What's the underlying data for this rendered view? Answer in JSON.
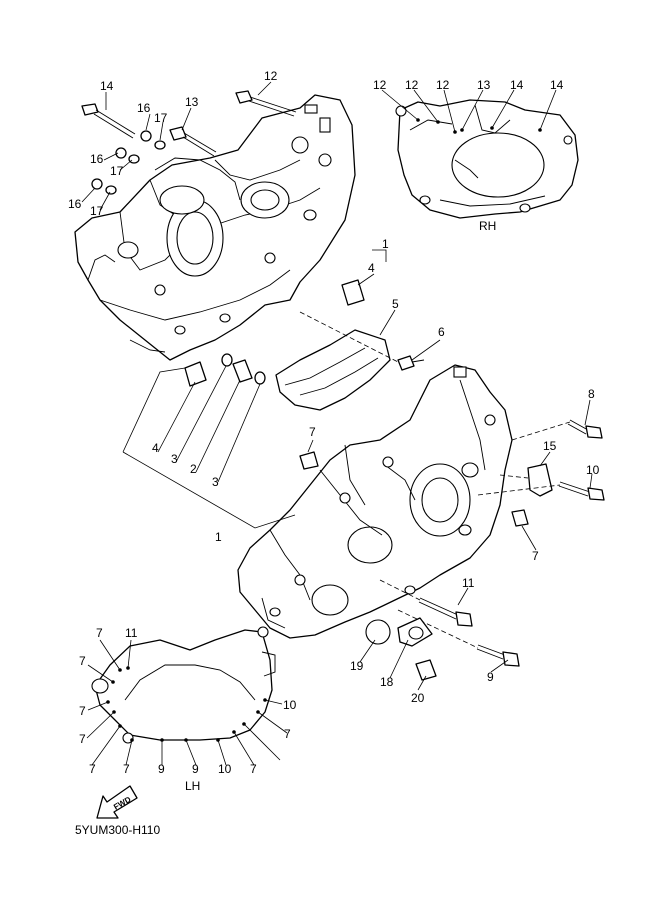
{
  "diagram": {
    "code": "5YUM300-H110",
    "side_labels": {
      "right": "RH",
      "left": "LH"
    },
    "fwd_label": "FWD",
    "callouts": {
      "c14_top": "14",
      "c12_top": "12",
      "c13_top": "13",
      "c16_a": "16",
      "c17_a": "17",
      "c16_b": "16",
      "c17_b": "17",
      "c16_c": "16",
      "c17_c": "17",
      "rh_12_a": "12",
      "rh_12_b": "12",
      "rh_12_c": "12",
      "rh_13": "13",
      "rh_14_a": "14",
      "rh_14_b": "14",
      "c1_top": "1",
      "c4_top": "4",
      "c5": "5",
      "c6": "6",
      "c4_mid": "4",
      "c3_mid": "3",
      "c2_mid": "2",
      "c3_low": "3",
      "c1_low": "1",
      "c7_top": "7",
      "c8": "8",
      "c15": "15",
      "c10_right": "10",
      "c7_right": "7",
      "c11_right": "11",
      "c9_right": "9",
      "c19": "19",
      "c18": "18",
      "c20": "20",
      "lh_7_a": "7",
      "lh_11": "11",
      "lh_7_b": "7",
      "lh_10_a": "10",
      "lh_7_c": "7",
      "lh_7_d": "7",
      "lh_7_e": "7",
      "lh_7_f": "7",
      "lh_9_a": "9",
      "lh_9_b": "9",
      "lh_10_b": "10",
      "lh_7_g": "7",
      "lh_7_h": "7"
    }
  }
}
